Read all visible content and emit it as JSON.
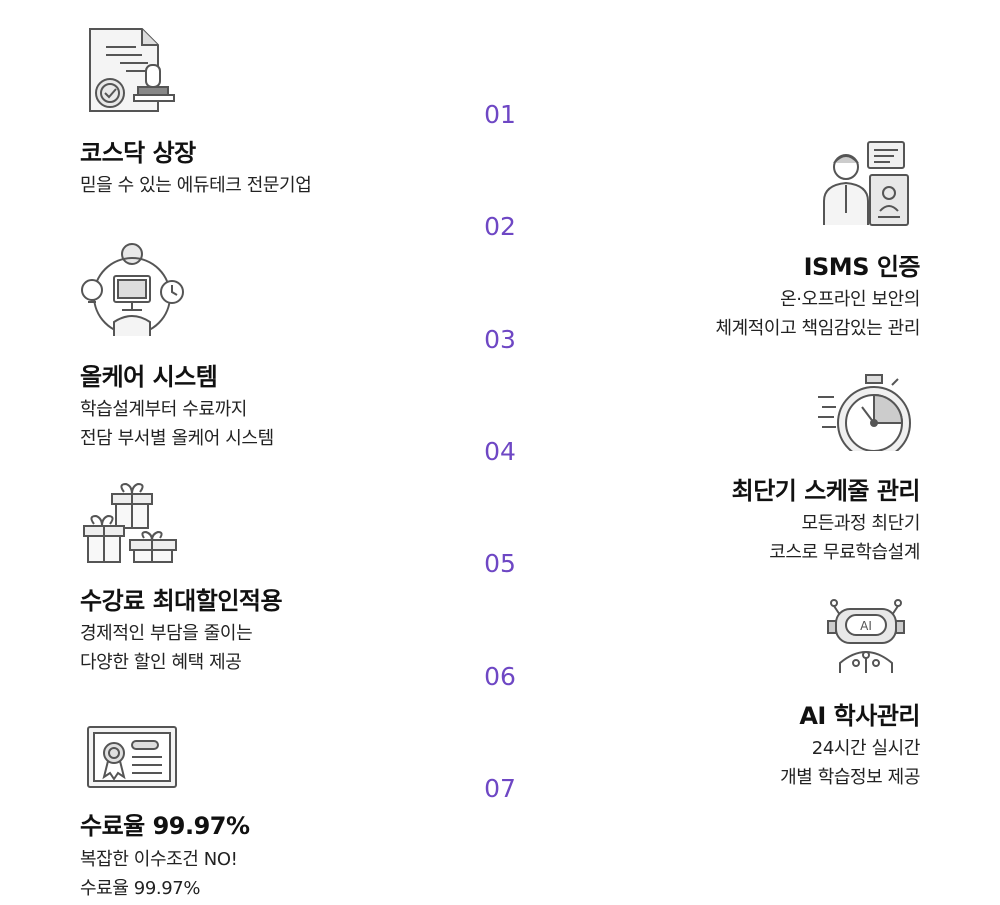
{
  "numbers": [
    "01",
    "02",
    "03",
    "04",
    "05",
    "06",
    "07"
  ],
  "features": [
    {
      "title": "코스닥 상장",
      "desc": [
        "믿을 수 있는 에듀테크 전문기업"
      ],
      "icon": "certificate-stamp-icon"
    },
    {
      "title": "ISMS 인증",
      "desc": [
        "온·오프라인 보안의",
        "체계적이고 책임감있는 관리"
      ],
      "icon": "security-officer-icon"
    },
    {
      "title": "올케어 시스템",
      "desc": [
        "학습설계부터 수료까지",
        "전담 부서별 올케어 시스템"
      ],
      "icon": "all-care-system-icon"
    },
    {
      "title": "최단기 스케줄 관리",
      "desc": [
        "모든과정 최단기",
        "코스로 무료학습설계"
      ],
      "icon": "stopwatch-icon"
    },
    {
      "title": "수강료 최대할인적용",
      "desc": [
        "경제적인 부담을 줄이는",
        "다양한 할인 혜택 제공"
      ],
      "icon": "gift-boxes-icon"
    },
    {
      "title": "AI 학사관리",
      "desc": [
        "24시간 실시간",
        "개별 학습정보 제공"
      ],
      "icon": "ai-robot-icon"
    },
    {
      "title": "수료율 99.97%",
      "desc": [
        "복잡한 이수조건 NO!",
        "수료율 99.97%"
      ],
      "icon": "award-certificate-icon"
    }
  ]
}
